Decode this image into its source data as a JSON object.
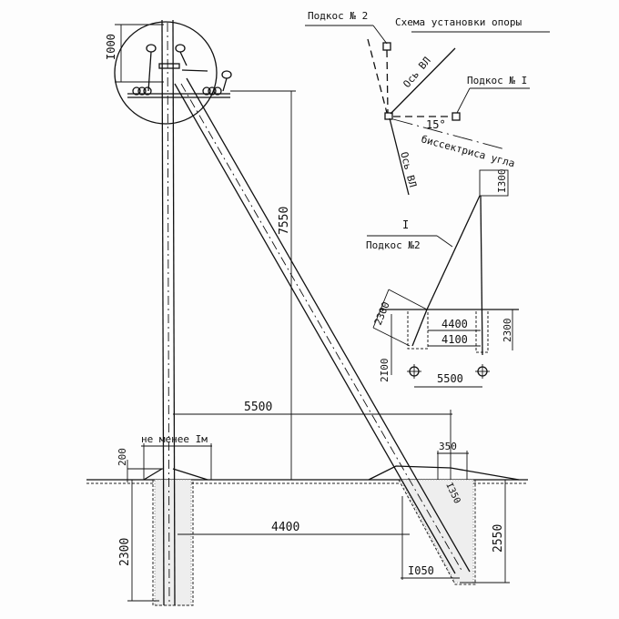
{
  "title": "Схема установки опоры",
  "scheme": {
    "brace1": "Подкос № I",
    "brace2": "Подкос № 2",
    "axis_line_1": "Ось ВЛ",
    "axis_line_2": "Ось ВЛ",
    "angle": "15°",
    "bisector": "биссектриса угла"
  },
  "detail": {
    "mark": "I",
    "brace_label": "Подкос №2",
    "dim_1300": "I300",
    "dim_2300_left": "2300",
    "dim_2300_right": "2300",
    "dim_4400": "4400",
    "dim_4100": "4100",
    "dim_2100": "2I00",
    "dim_5500": "5500"
  },
  "main": {
    "dim_1000": "I000",
    "dim_7550": "7550",
    "dim_5500": "5500",
    "min_distance": "не менее Iм",
    "dim_200": "200",
    "dim_350": "350",
    "dim_1350": "I350",
    "dim_2300": "2300",
    "dim_4400": "4400",
    "dim_2550": "2550",
    "dim_1050": "I050"
  }
}
